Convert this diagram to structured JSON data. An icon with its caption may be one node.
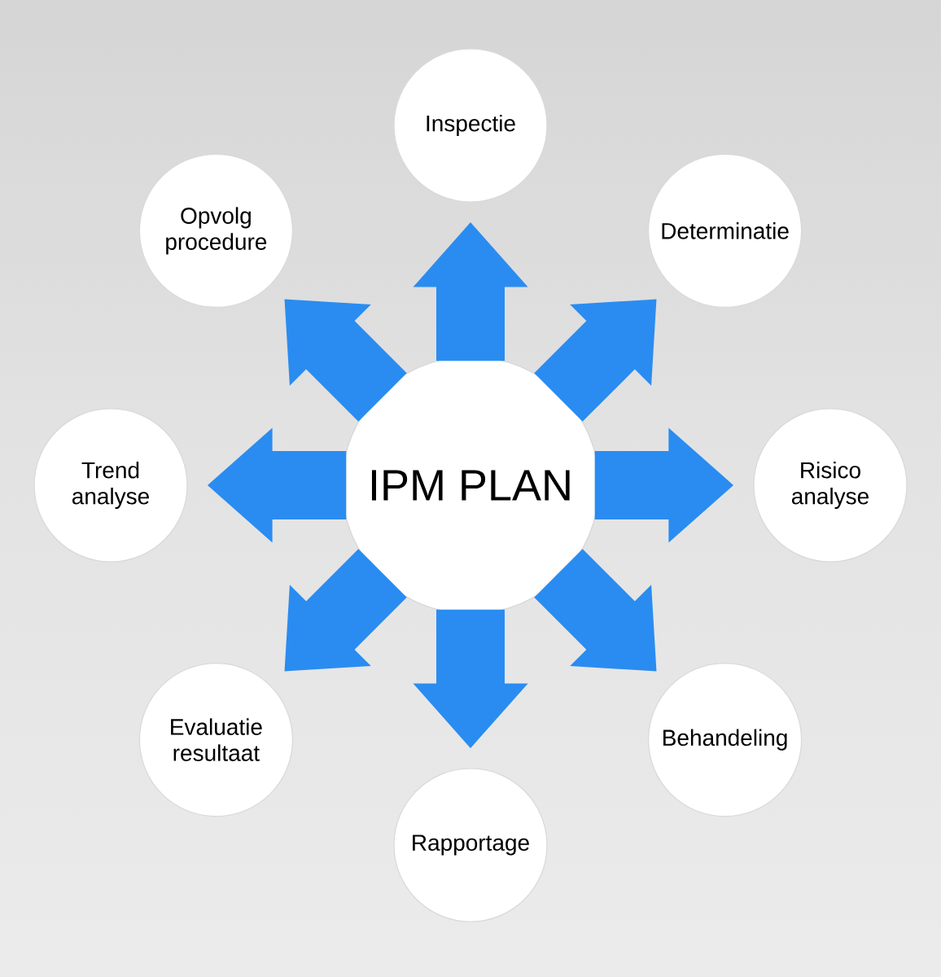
{
  "diagram": {
    "nodes": [
      {
        "text": [
          "IPM PLAN"
        ]
      },
      {
        "text": [
          "Inspectie"
        ]
      },
      {
        "text": [
          "Determinatie"
        ]
      },
      {
        "text": [
          "Risico analyse"
        ]
      },
      {
        "text": [
          "Behandeling"
        ]
      },
      {
        "text": [
          "Rapportage"
        ]
      },
      {
        "text": [
          "Evaluatie resultaat"
        ]
      },
      {
        "text": [
          "Trend analyse"
        ]
      },
      {
        "text": [
          "Opvolg procedure"
        ]
      }
    ],
    "edges": [
      {
        "from": 0,
        "to": 1,
        "arrow": "to"
      },
      {
        "from": 0,
        "to": 2,
        "arrow": "to"
      },
      {
        "from": 0,
        "to": 3,
        "arrow": "to"
      },
      {
        "from": 0,
        "to": 4,
        "arrow": "to"
      },
      {
        "from": 0,
        "to": 5,
        "arrow": "to"
      },
      {
        "from": 0,
        "to": 6,
        "arrow": "to"
      },
      {
        "from": 0,
        "to": 7,
        "arrow": "to"
      },
      {
        "from": 0,
        "to": 8,
        "arrow": "to"
      }
    ]
  }
}
